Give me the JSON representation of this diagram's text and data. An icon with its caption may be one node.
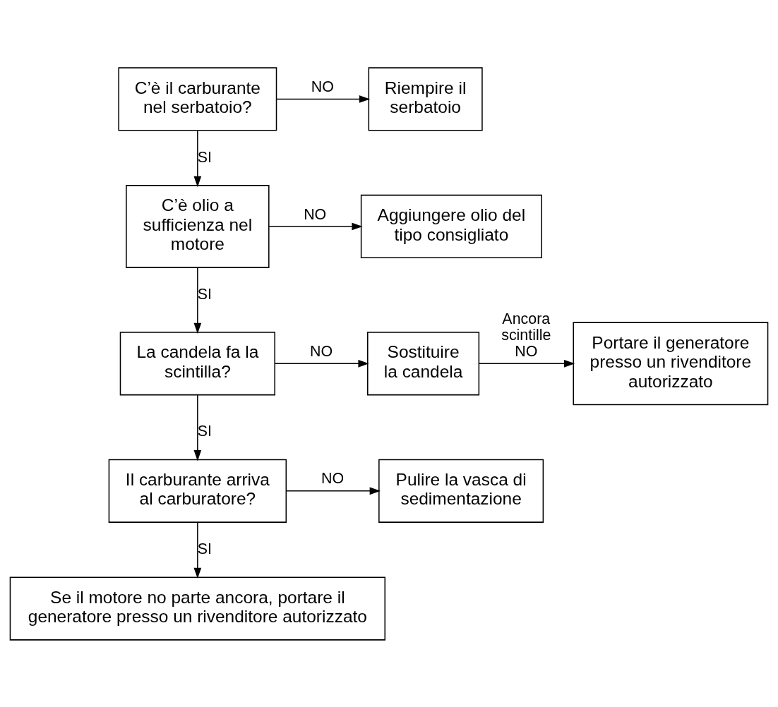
{
  "diagram": {
    "nodes": [
      {
        "text": [
          "C’è il carburante nel serbatoio?"
        ]
      },
      {
        "text": [
          "Riempire il serbatoio"
        ]
      },
      {
        "text": [
          "C’è olio a sufficienza nel motore"
        ]
      },
      {
        "text": [
          "Aggiungere olio del tipo consigliato"
        ]
      },
      {
        "text": [
          "La candela fa la scintilla?"
        ]
      },
      {
        "text": [
          "Sostituire la candela"
        ]
      },
      {
        "text": [
          "Portare il generatore presso un rivenditore autorizzato"
        ]
      },
      {
        "text": [
          "Il carburante arriva al carburatore?"
        ]
      },
      {
        "text": [
          "Pulire la vasca di sedimentazione"
        ]
      },
      {
        "text": [
          "Se il motore no parte ancora, portare il generatore presso un rivenditore autorizzato"
        ]
      }
    ],
    "edges": [
      {
        "from": 0,
        "to": 1,
        "arrow": "to",
        "label": "NO"
      },
      {
        "from": 0,
        "to": 2,
        "arrow": "to",
        "label": "SI"
      },
      {
        "from": 2,
        "to": 3,
        "arrow": "to",
        "label": "NO"
      },
      {
        "from": 2,
        "to": 4,
        "arrow": "to",
        "label": "SI"
      },
      {
        "from": 4,
        "to": 5,
        "arrow": "to",
        "label": "NO"
      },
      {
        "from": 5,
        "to": 6,
        "arrow": "to",
        "label": "Ancora scintille NO"
      },
      {
        "from": 4,
        "to": 7,
        "arrow": "to",
        "label": "SI"
      },
      {
        "from": 7,
        "to": 8,
        "arrow": "to",
        "label": "NO"
      },
      {
        "from": 7,
        "to": 9,
        "arrow": "to",
        "label": "SI"
      }
    ]
  }
}
